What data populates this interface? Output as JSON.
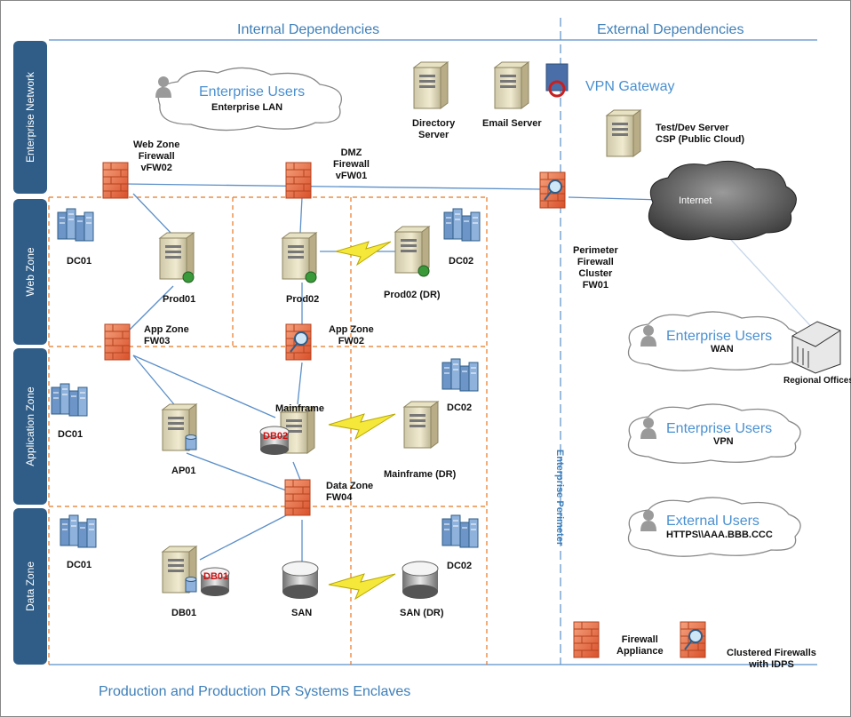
{
  "headers": {
    "internal": "Internal Dependencies",
    "external": "External Dependencies",
    "footer": "Production and Production DR Systems Enclaves",
    "perimeter": "Enterprise Perimeter"
  },
  "zones": {
    "enterprise": "Enterprise Network",
    "web": "Web Zone",
    "app": "Application Zone",
    "data": "Data Zone"
  },
  "clouds": {
    "ent_users_top": {
      "title": "Enterprise Users",
      "sub": "Enterprise LAN"
    },
    "ent_users_wan": {
      "title": "Enterprise Users",
      "sub": "WAN"
    },
    "ent_users_vpn": {
      "title": "Enterprise Users",
      "sub": "VPN"
    },
    "ext_users": {
      "title": "External Users",
      "sub": "HTTPS\\\\AAA.BBB.CCC"
    },
    "internet": "Internet"
  },
  "nodes": {
    "directory": "Directory\nServer",
    "email": "Email Server",
    "vpn": "VPN Gateway",
    "testdev": "Test/Dev Server\nCSP (Public Cloud)",
    "webfw": "Web Zone\nFirewall\nvFW02",
    "dmzfw": "DMZ\nFirewall\nvFW01",
    "perimfw": "Perimeter\nFirewall\nCluster\nFW01",
    "dc01_web": "DC01",
    "dc01_app": "DC01",
    "dc01_data": "DC01",
    "dc02_web": "DC02",
    "dc02_app": "DC02",
    "dc02_data": "DC02",
    "prod01": "Prod01",
    "prod02": "Prod02",
    "prod02dr": "Prod02 (DR)",
    "appfw03": "App Zone\nFW03",
    "appfw02": "App Zone\nFW02",
    "mainframe": "Mainframe",
    "mainframedr": "Mainframe (DR)",
    "ap01": "AP01",
    "datafw": "Data Zone\nFW04",
    "db01": "DB01",
    "san": "SAN",
    "sandr": "SAN (DR)",
    "regional": "Regional Offices",
    "fwappliance": "Firewall\nAppliance",
    "clustered": "Clustered Firewalls\nwith IDPS"
  },
  "tags": {
    "db02": "DB02",
    "db01": "DB01"
  },
  "colors": {
    "accent": "#3d7fb9",
    "zone_bar": "#2f5d87",
    "orange_dash": "#e87722",
    "firewall": "#e8663b",
    "line": "#5b8fc9"
  }
}
